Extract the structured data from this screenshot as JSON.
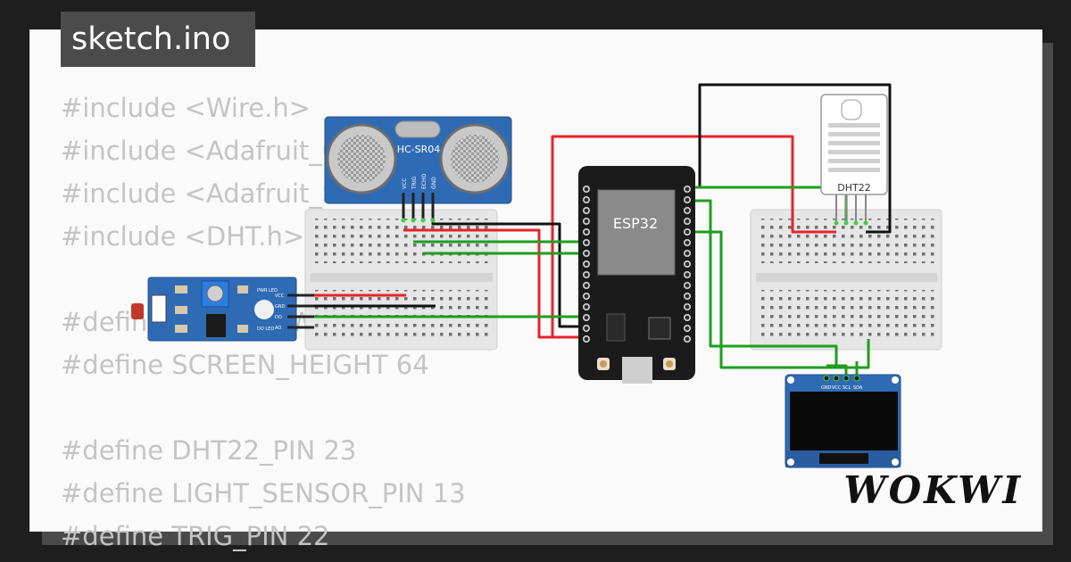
{
  "app": {
    "filename": "sketch.ino",
    "logo": "WOKWI"
  },
  "code_lines": [
    "#include <Wire.h>",
    "#include <Adafruit_GFX.h>",
    "#include <Adafruit_SSD1306.h>",
    "#include <DHT.h>",
    "",
    "#define SCREEN_WIDTH 128",
    "#define SCREEN_HEIGHT 64",
    "",
    "#define DHT22_PIN 23",
    "#define LIGHT_SENSOR_PIN 13",
    "#define TRIG_PIN 22"
  ],
  "components": {
    "ultrasonic": {
      "name": "HC-SR04",
      "pins": [
        "VCC",
        "TRIG",
        "ECHO",
        "GND"
      ]
    },
    "mcu": {
      "name": "ESP32"
    },
    "dht": {
      "name": "DHT22"
    },
    "ldr": {
      "pins": [
        "VCC",
        "GND",
        "DO",
        "AO"
      ],
      "led_labels": [
        "PWR LED",
        "DO LED"
      ]
    },
    "oled": {
      "pins": [
        "GND",
        "VCC",
        "SCL",
        "SDA"
      ]
    }
  },
  "colors": {
    "wire_red": "#e8232b",
    "wire_green": "#1e9e1e",
    "wire_black": "#111111",
    "board_blue": "#2f6bb5",
    "esp_black": "#1b1b1b"
  }
}
